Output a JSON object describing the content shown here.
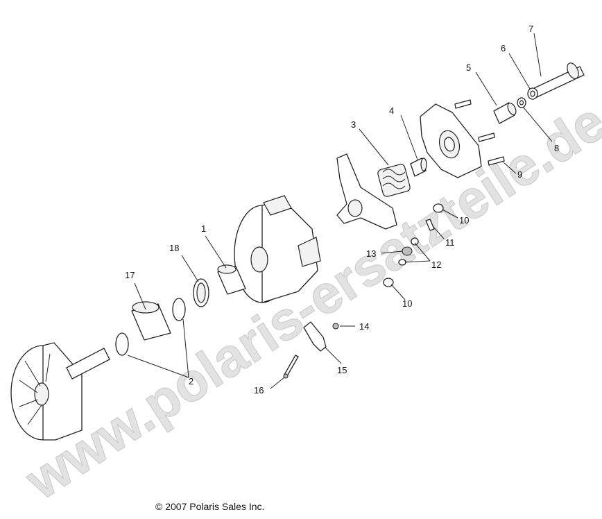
{
  "watermark": "www.polaris-ersatzteile.de",
  "copyright": "© 2007 Polaris Sales Inc.",
  "callouts": {
    "c1": "1",
    "c2": "2",
    "c3": "3",
    "c4": "4",
    "c5": "5",
    "c6": "6",
    "c7": "7",
    "c8": "8",
    "c9": "9",
    "c10a": "10",
    "c10b": "10",
    "c11": "11",
    "c12": "12",
    "c13": "13",
    "c14": "14",
    "c15": "15",
    "c16": "16",
    "c17": "17",
    "c18": "18"
  }
}
